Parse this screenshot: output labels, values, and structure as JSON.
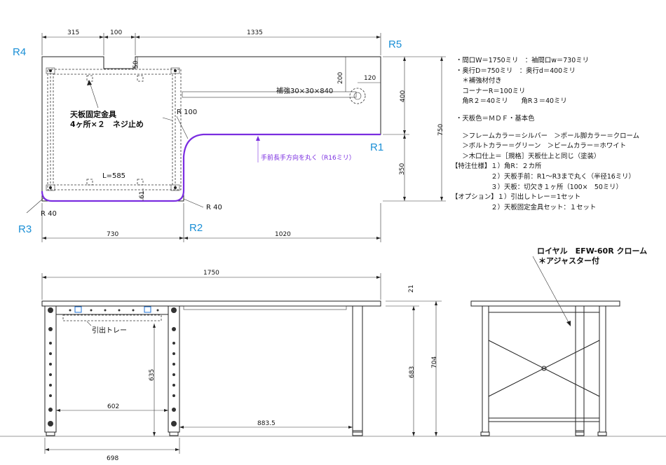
{
  "corners": {
    "r4": "R4",
    "r5": "R5",
    "r1": "R1",
    "r2": "R2",
    "r3": "R3"
  },
  "top_view": {
    "dim_315": "315",
    "dim_100": "100",
    "dim_1335": "1335",
    "dim_50": "50",
    "dim_200": "200",
    "dim_120": "120",
    "dim_400": "400",
    "dim_750": "750",
    "dim_350": "350",
    "dim_61": "61",
    "dim_730": "730",
    "dim_1020": "1020",
    "radius_100": "R 100",
    "radius_40_left": "R 40",
    "radius_40_right": "R 40",
    "length_585": "L=585",
    "reinforcement": "補強30×30×840",
    "fixture_line1": "天板固定金具",
    "fixture_line2": "4ヶ所×２　ネジ止め",
    "rounded_note": "手前長手方向を丸く（R16ミリ）"
  },
  "front_view": {
    "dim_1750": "1750",
    "dim_21": "21",
    "dim_704": "704",
    "dim_683": "683",
    "dim_635": "635",
    "dim_602": "602",
    "dim_883_5": "883.5",
    "dim_698": "698",
    "tray_label": "引出トレー"
  },
  "side_view": {
    "product_line1": "ロイヤル　EFW-60R クローム",
    "product_line2": "＊アジャスター付"
  },
  "spec": {
    "line1": "・間口W＝1750ミリ　：袖間口w＝730ミリ",
    "line2": "・奥行D＝750ミリ　：奥行d＝400ミリ",
    "line3": "　＊補強材付き",
    "line4": "　コーナーR＝100ミリ",
    "line5": "　角R２＝40ミリ　　角R３＝40ミリ",
    "line6": "・天板色＝ＭＤＦ・基本色",
    "line7": "　＞フレームカラー＝シルバー　＞ポール脚カラー＝クローム",
    "line8": "　＞ボルトカラー＝グリーン　＞ビームカラー＝ホワイト",
    "line9": "　＞木口仕上＝［規格］天板仕上と同じ（塗装）",
    "line10": "【特注仕様】１）角R：２カ所",
    "line11": "　　　　　　２）天板手前：R1～R3まで丸く（半径16ミリ）",
    "line12": "　　　　　　３）天板：切欠き１ヶ所（100×　50ミリ）",
    "line13": "【オプション】１）引出しトレー＝1セット",
    "line14": "　　　　　　２）天板固定金具セット：１セット"
  },
  "colors": {
    "accent_blue": "#1a8fd6",
    "purple": "#7a2de0",
    "line": "#222222"
  }
}
